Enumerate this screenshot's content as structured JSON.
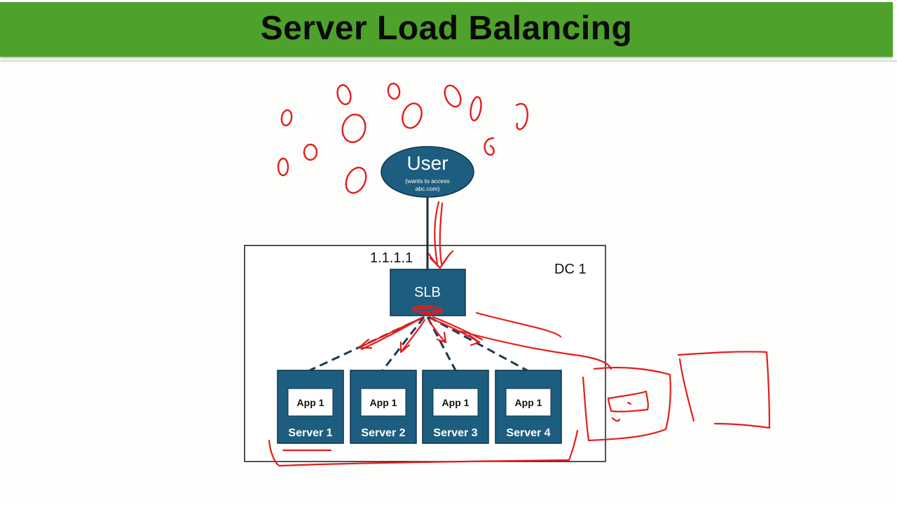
{
  "title": "Server Load Balancing",
  "colors": {
    "title_bar": "#4ea22c",
    "node_fill": "#1d5e80",
    "node_stroke": "#0f3448",
    "annotation": "#e31d1d"
  },
  "diagram": {
    "user": {
      "label": "User",
      "sublabel_line1": "(wants to access",
      "sublabel_line2": "abc.com)"
    },
    "ip_label": "1.1.1.1",
    "datacenter_label": "DC 1",
    "slb_label": "SLB",
    "servers": [
      {
        "name": "Server 1",
        "app": "App 1"
      },
      {
        "name": "Server 2",
        "app": "App 1"
      },
      {
        "name": "Server 3",
        "app": "App 1"
      },
      {
        "name": "Server 4",
        "app": "App 1"
      }
    ]
  }
}
